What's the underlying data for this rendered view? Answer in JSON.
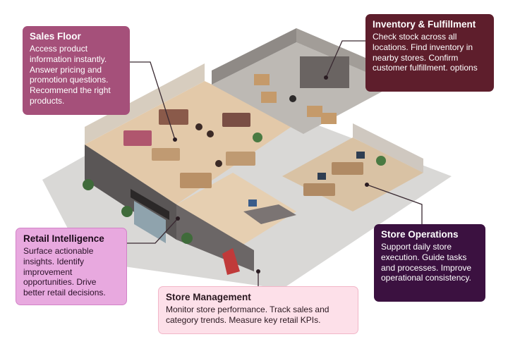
{
  "callouts": {
    "sales_floor": {
      "title": "Sales Floor",
      "body": "Access product information instantly. Answer pricing and promotion questions. Recommend the right products."
    },
    "inventory": {
      "title": "Inventory & Fulfillment",
      "body": "Check stock across all locations. Find inventory in nearby stores. Confirm customer fulfillment. options"
    },
    "retail_intelligence": {
      "title": "Retail Intelligence",
      "body": "Surface actionable insights. Identify improvement opportunities. Drive better retail decisions."
    },
    "store_operations": {
      "title": "Store Operations",
      "body": "Support daily store execution. Guide tasks and processes. Improve operational consistency."
    },
    "store_management": {
      "title": "Store Management",
      "body": "Monitor store performance. Track sales and category trends. Measure key retail KPIs."
    }
  },
  "colors": {
    "sales_floor": "#a5507a",
    "inventory": "#5e1e2c",
    "retail_intelligence": "#e8a9df",
    "store_operations": "#3b1140",
    "store_management": "#fde0e9"
  }
}
